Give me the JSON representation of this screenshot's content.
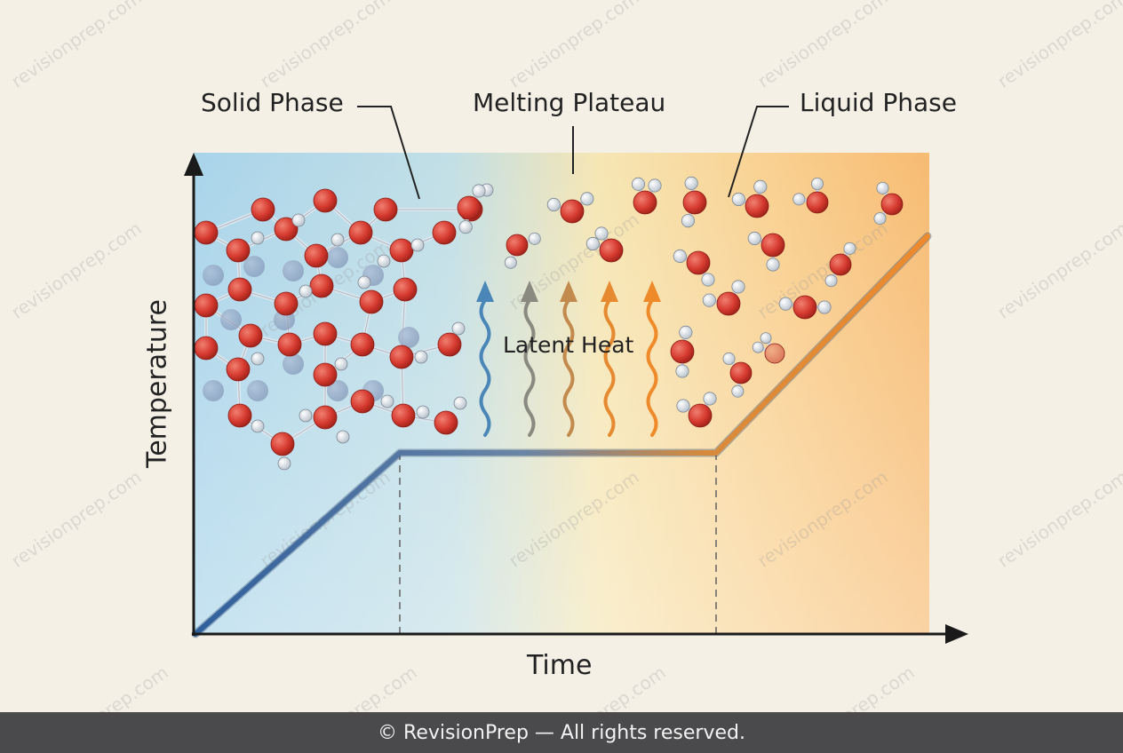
{
  "labels": {
    "solid_phase": "Solid Phase",
    "melting_plateau": "Melting Plateau",
    "liquid_phase": "Liquid Phase",
    "latent_heat": "Latent Heat",
    "y_axis": "Temperature",
    "x_axis": "Time"
  },
  "watermark": "revisionprep.com",
  "footer": "© RevisionPrep — All rights reserved.",
  "colors": {
    "solid_blue": "#a9d4ea",
    "liquid_orange": "#f7c07a",
    "oxygen": "#d63a30",
    "hydrogen": "#f2f4f6",
    "curve_blue": "#4173ab",
    "curve_orange": "#ef8a2c"
  }
}
